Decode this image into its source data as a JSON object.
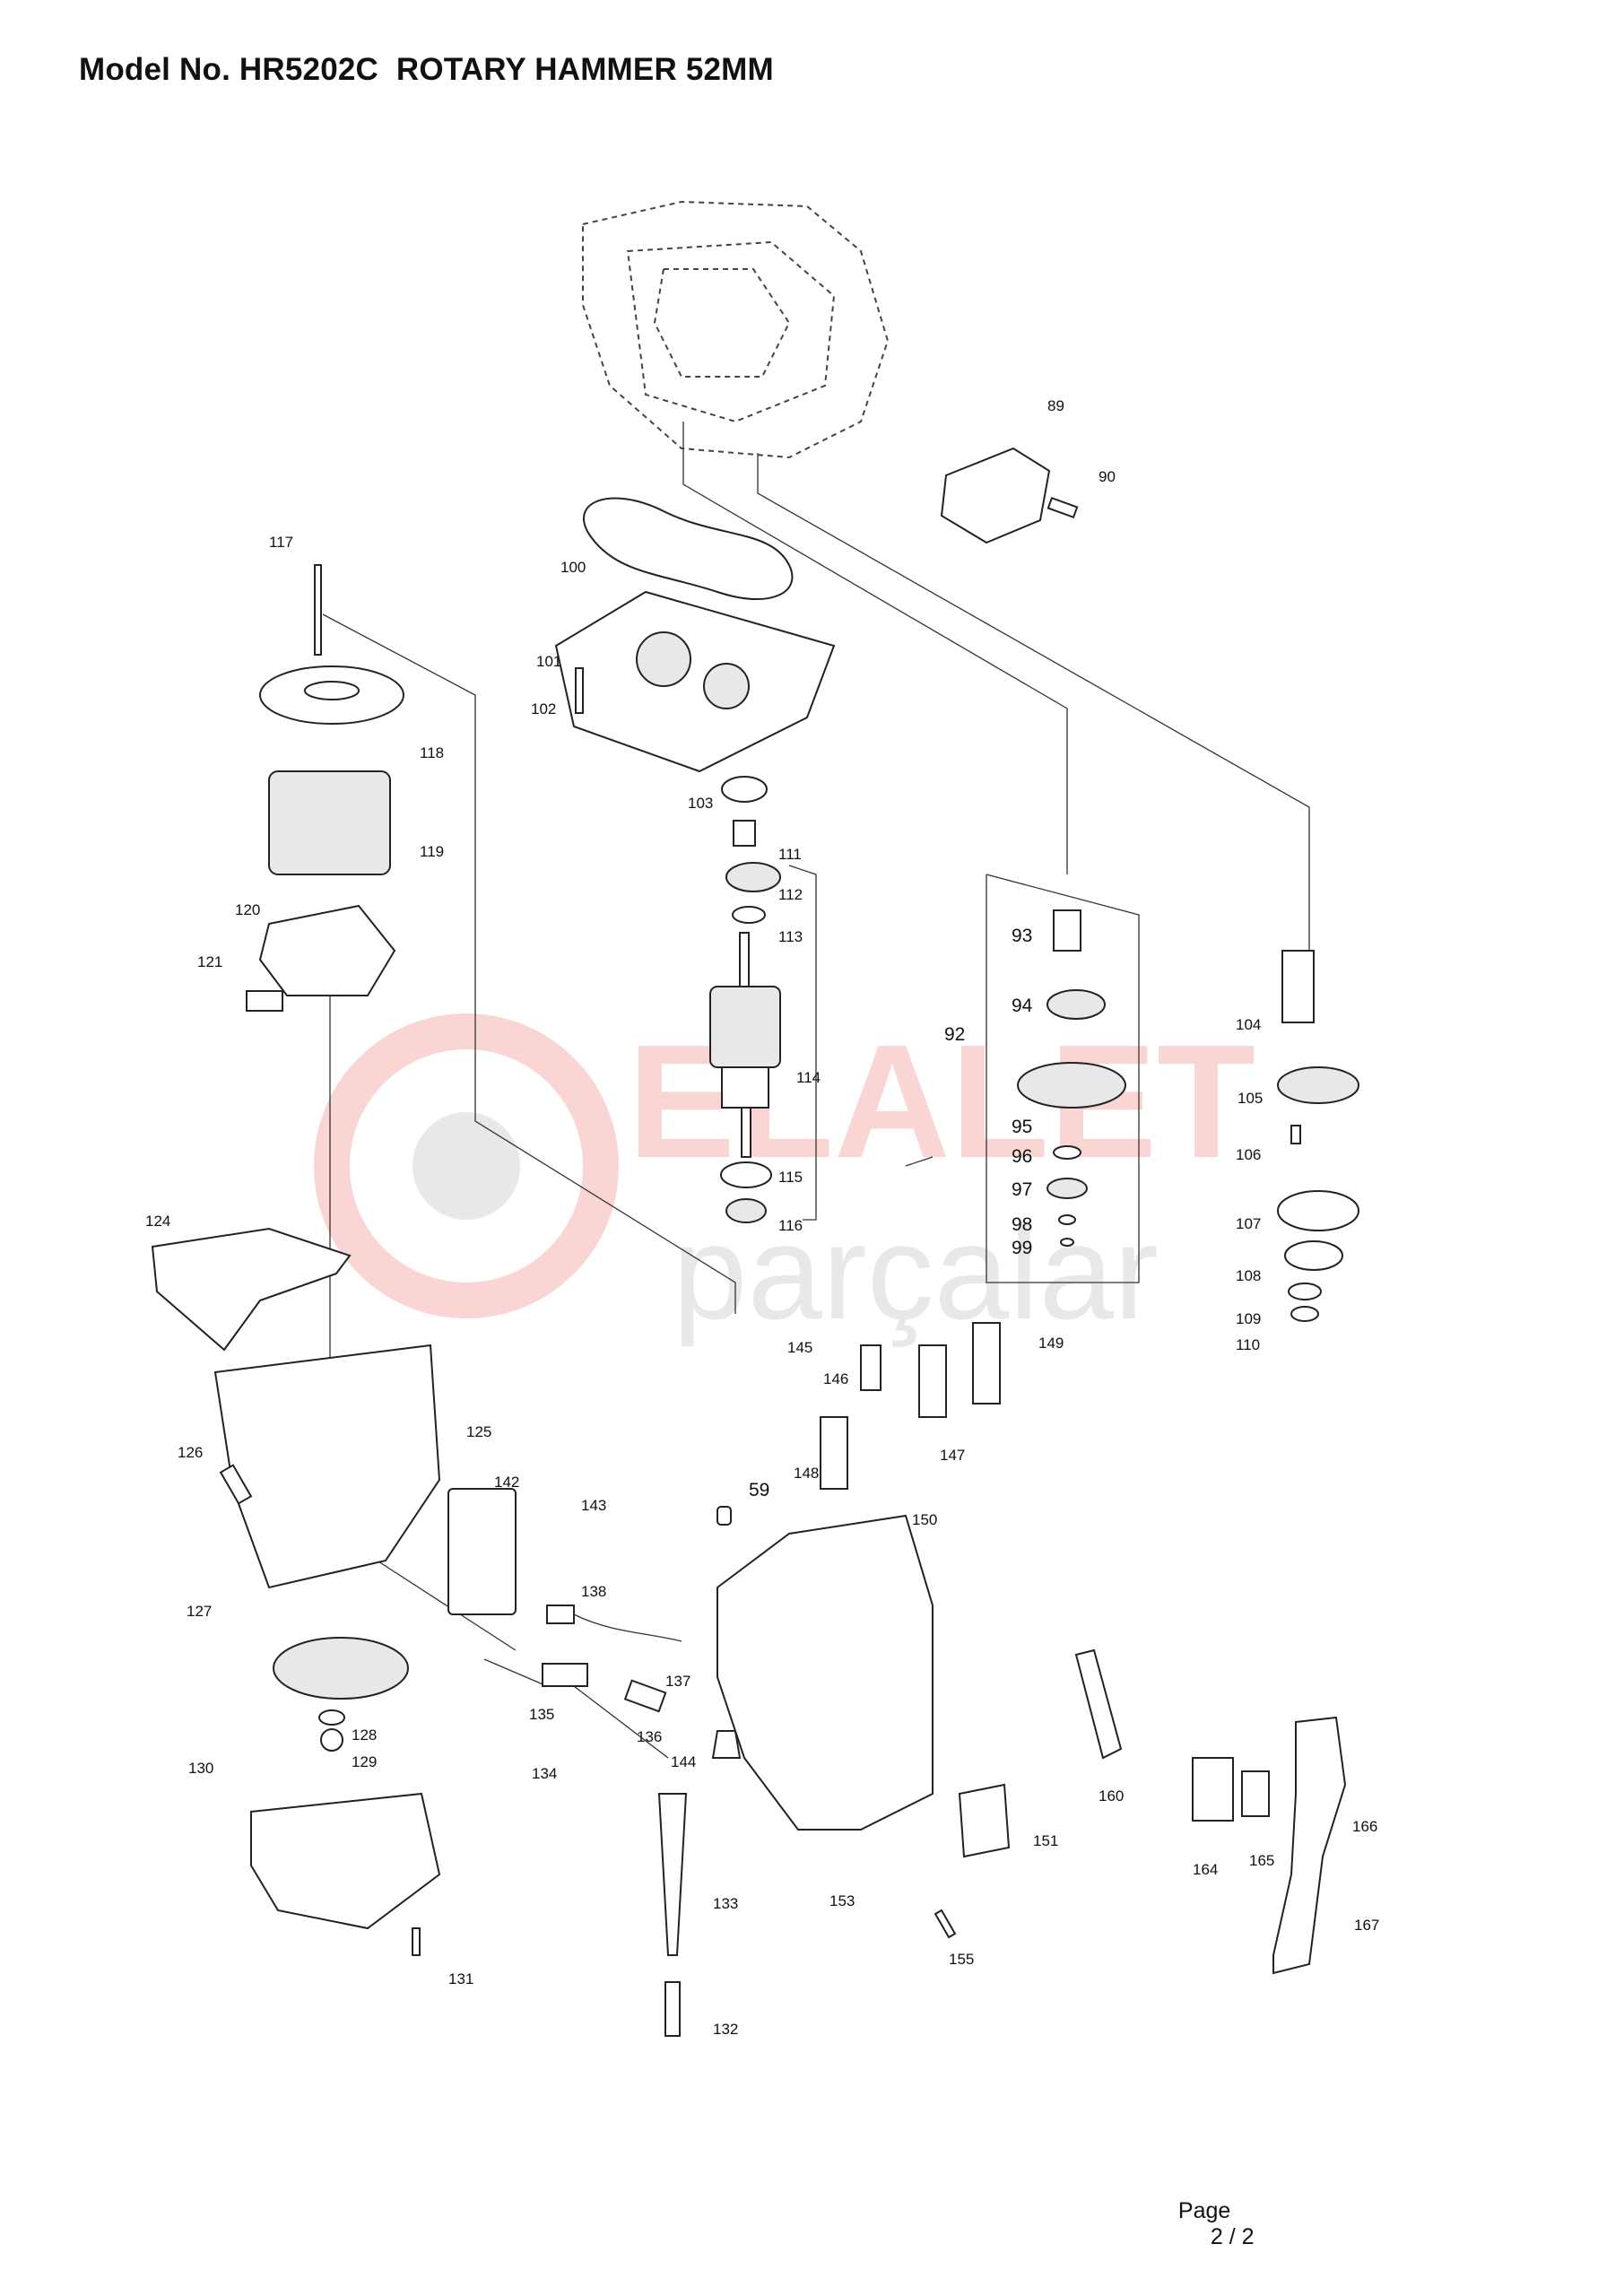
{
  "header": {
    "title": "Model No. HR5202C  ROTARY HAMMER 52MM"
  },
  "footer": {
    "page_label": "Page",
    "page_number": "2 / 2"
  },
  "watermark": {
    "line1": "ELALETİ",
    "line2": "parçalar",
    "colors": {
      "primary": "#e8443a",
      "secondary": "#9a9a9a"
    }
  },
  "diagram": {
    "parts": [
      {
        "id": "89",
        "label": "89"
      },
      {
        "id": "90",
        "label": "90"
      },
      {
        "id": "100",
        "label": "100"
      },
      {
        "id": "101",
        "label": "101"
      },
      {
        "id": "102",
        "label": "102"
      },
      {
        "id": "103",
        "label": "103"
      },
      {
        "id": "111",
        "label": "111"
      },
      {
        "id": "112",
        "label": "112"
      },
      {
        "id": "113",
        "label": "113"
      },
      {
        "id": "114",
        "label": "114"
      },
      {
        "id": "115",
        "label": "115"
      },
      {
        "id": "116",
        "label": "116"
      },
      {
        "id": "117",
        "label": "117"
      },
      {
        "id": "118",
        "label": "118"
      },
      {
        "id": "119",
        "label": "119"
      },
      {
        "id": "120",
        "label": "120"
      },
      {
        "id": "121",
        "label": "121"
      },
      {
        "id": "92",
        "label": "92"
      },
      {
        "id": "93",
        "label": "93"
      },
      {
        "id": "94",
        "label": "94"
      },
      {
        "id": "95",
        "label": "95"
      },
      {
        "id": "96",
        "label": "96"
      },
      {
        "id": "97",
        "label": "97"
      },
      {
        "id": "98",
        "label": "98"
      },
      {
        "id": "99",
        "label": "99"
      },
      {
        "id": "104",
        "label": "104"
      },
      {
        "id": "105",
        "label": "105"
      },
      {
        "id": "106",
        "label": "106"
      },
      {
        "id": "107",
        "label": "107"
      },
      {
        "id": "108",
        "label": "108"
      },
      {
        "id": "109",
        "label": "109"
      },
      {
        "id": "110",
        "label": "110"
      },
      {
        "id": "124",
        "label": "124"
      },
      {
        "id": "125",
        "label": "125"
      },
      {
        "id": "126",
        "label": "126"
      },
      {
        "id": "127",
        "label": "127"
      },
      {
        "id": "128",
        "label": "128"
      },
      {
        "id": "129",
        "label": "129"
      },
      {
        "id": "130",
        "label": "130"
      },
      {
        "id": "131",
        "label": "131"
      },
      {
        "id": "142",
        "label": "142"
      },
      {
        "id": "143",
        "label": "143"
      },
      {
        "id": "138",
        "label": "138"
      },
      {
        "id": "135",
        "label": "135"
      },
      {
        "id": "137",
        "label": "137"
      },
      {
        "id": "136",
        "label": "136"
      },
      {
        "id": "134",
        "label": "134"
      },
      {
        "id": "144",
        "label": "144"
      },
      {
        "id": "133",
        "label": "133"
      },
      {
        "id": "132",
        "label": "132"
      },
      {
        "id": "59",
        "label": "59"
      },
      {
        "id": "145",
        "label": "145"
      },
      {
        "id": "146",
        "label": "146"
      },
      {
        "id": "147",
        "label": "147"
      },
      {
        "id": "148",
        "label": "148"
      },
      {
        "id": "149",
        "label": "149"
      },
      {
        "id": "150",
        "label": "150"
      },
      {
        "id": "151",
        "label": "151"
      },
      {
        "id": "153",
        "label": "153"
      },
      {
        "id": "155",
        "label": "155"
      },
      {
        "id": "160",
        "label": "160"
      },
      {
        "id": "164",
        "label": "164"
      },
      {
        "id": "165",
        "label": "165"
      },
      {
        "id": "166",
        "label": "166"
      },
      {
        "id": "167",
        "label": "167"
      }
    ]
  }
}
